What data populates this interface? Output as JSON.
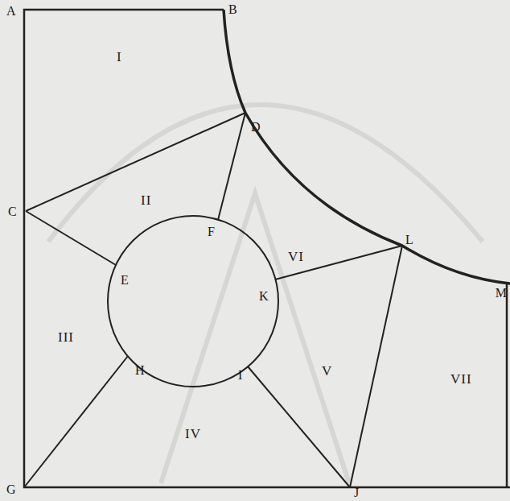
{
  "diagram": {
    "labels": [
      "A",
      "B",
      "C",
      "D",
      "E",
      "F",
      "G",
      "H",
      "I",
      "K",
      "L",
      "M",
      "J",
      "I",
      "II",
      "III",
      "IV",
      "V",
      "VI",
      "VII"
    ]
  }
}
